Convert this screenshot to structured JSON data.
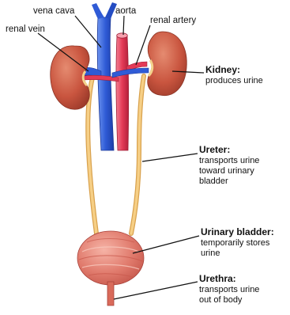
{
  "labels": {
    "vena_cava": "vena cava",
    "aorta": "aorta",
    "renal_vein": "renal vein",
    "renal_artery": "renal artery"
  },
  "callouts": {
    "kidney": {
      "title": "Kidney:",
      "lines": [
        "produces urine"
      ]
    },
    "ureter": {
      "title": "Ureter:",
      "lines": [
        "transports urine",
        "toward urinary",
        "bladder"
      ]
    },
    "bladder": {
      "title": "Urinary bladder:",
      "lines": [
        "temporarily stores",
        "urine"
      ]
    },
    "urethra": {
      "title": "Urethra:",
      "lines": [
        "transports urine",
        "out of body"
      ]
    }
  },
  "colors": {
    "vein": "#2f5bd6",
    "artery": "#e33a56",
    "kidney": "#c9553f",
    "ureter": "#f2c06b",
    "bladder": "#e07a6c",
    "urethra": "#d96a5a"
  }
}
